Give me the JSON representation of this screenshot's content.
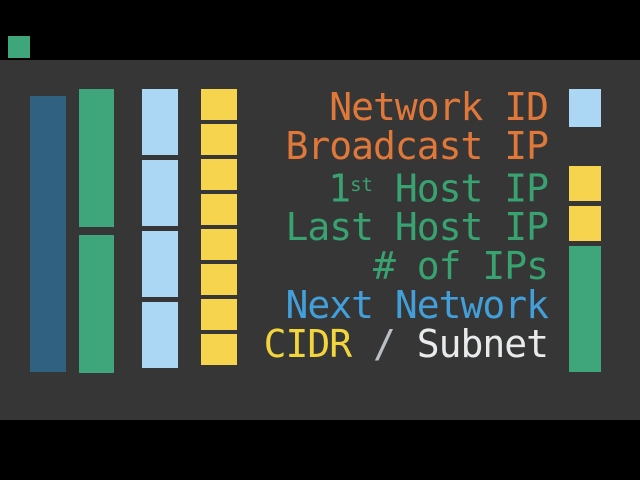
{
  "colors": {
    "canvas_bg": "#000000",
    "content_bg": "#363636",
    "dark_blue": "#306180",
    "green": "#3fa57b",
    "light_blue": "#abd7f5",
    "yellow": "#f6d44d",
    "orange": "#e0783a",
    "text_green": "#38a371",
    "text_blue": "#429fd9",
    "text_yellow": "#f2d53c",
    "text_gray": "#b9bfc4",
    "text_white": "#e8eaec"
  },
  "labels": {
    "network_id": "Network ID",
    "broadcast_ip": "Broadcast IP",
    "first_host": {
      "num": "1",
      "sup": "st",
      "rest": " Host IP"
    },
    "last_host": "Last Host IP",
    "num_ips": "# of IPs",
    "next_network": "Next Network",
    "cidr_subnet": {
      "cidr": "CIDR",
      "slash": " / ",
      "subnet": "Subnet"
    }
  },
  "bars": {
    "dark_blue_bar_segments": 1,
    "green_bar_segments": 2,
    "light_blue_bar_segments": 4,
    "yellow_bar_segments": 8,
    "right_column_segments": [
      "light_blue",
      "yellow",
      "yellow",
      "green"
    ]
  }
}
